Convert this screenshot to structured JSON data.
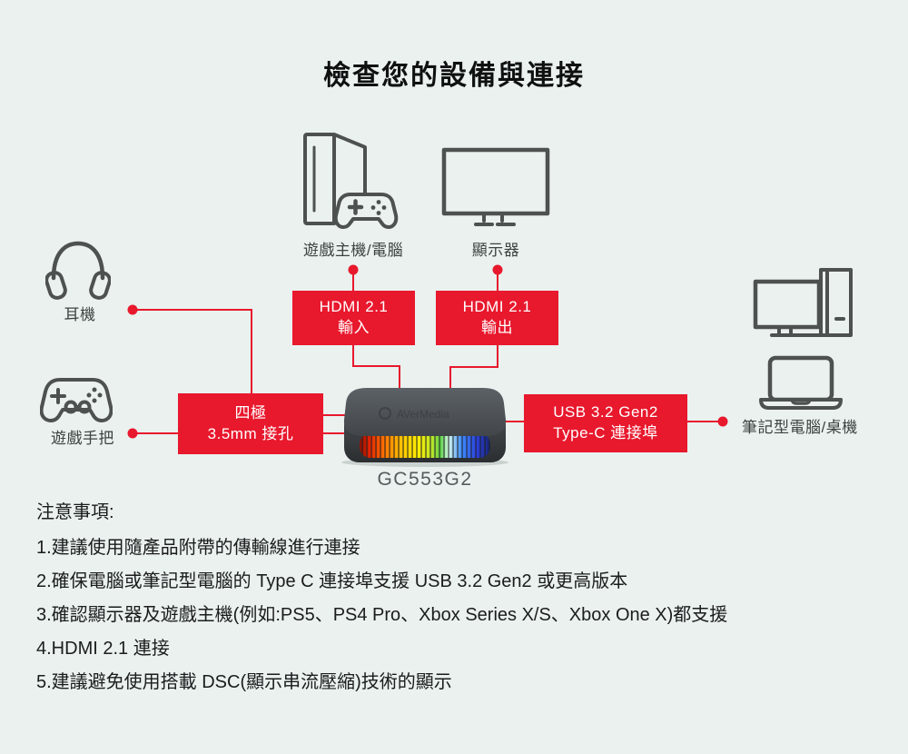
{
  "page": {
    "title": "檢查您的設備與連接"
  },
  "colors": {
    "background": "#eaf1ef",
    "accent_red": "#e8182d",
    "icon_stroke": "#4d514f",
    "text": "#1b1d1d"
  },
  "devices": {
    "console": {
      "label": "遊戲主機/電腦"
    },
    "display": {
      "label": "顯示器"
    },
    "headphones": {
      "label": "耳機"
    },
    "gamepad": {
      "label": "遊戲手把"
    },
    "computer": {
      "label": "筆記型電腦/桌機"
    }
  },
  "ports": {
    "hdmi_in": {
      "line1": "HDMI 2.1",
      "line2": "輸入"
    },
    "hdmi_out": {
      "line1": "HDMI 2.1",
      "line2": "輸出"
    },
    "audio_jack": {
      "line1": "四極",
      "line2": "3.5mm 接孔"
    },
    "usb": {
      "line1": "USB 3.2 Gen2",
      "line2": "Type-C 連接埠"
    }
  },
  "product": {
    "model": "GC553G2",
    "logo": "AVerMedia"
  },
  "notes": {
    "heading": "注意事項:",
    "items": [
      "1.建議使用隨產品附帶的傳輸線進行連接",
      "2.確保電腦或筆記型電腦的 Type C 連接埠支援 USB 3.2 Gen2 或更高版本",
      "3.確認顯示器及遊戲主機(例如:PS5、PS4 Pro、Xbox Series X/S、Xbox One X)都支援",
      "4.HDMI 2.1 連接",
      "5.建議避免使用搭載 DSC(顯示串流壓縮)技術的顯示"
    ]
  }
}
